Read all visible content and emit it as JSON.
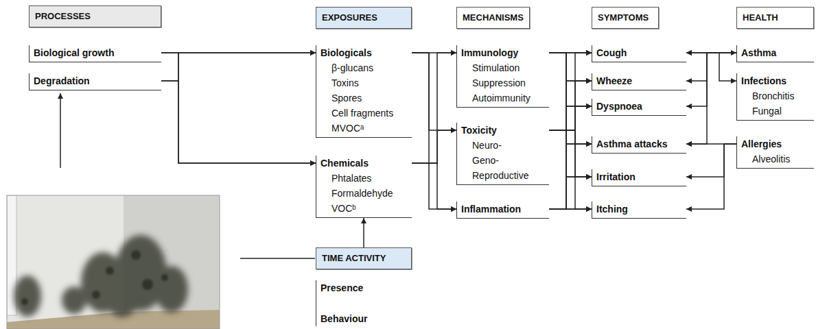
{
  "diagram": {
    "nodes": [
      {
        "text": [
          "PROCESSES"
        ]
      },
      {
        "text": [
          "EXPOSURES"
        ]
      },
      {
        "text": [
          "MECHANISMS"
        ]
      },
      {
        "text": [
          "SYMPTOMS"
        ]
      },
      {
        "text": [
          "HEALTH"
        ]
      },
      {
        "text": [
          "Biological growth"
        ]
      },
      {
        "text": [
          "Degradation"
        ]
      },
      {
        "text": [
          "Biologicals",
          "β-glucans",
          "Toxins",
          "Spores",
          "Cell fragments",
          "MVOCᵃ"
        ]
      },
      {
        "text": [
          "Chemicals",
          "Phtalates",
          "Formaldehyde",
          "VOCᵇ"
        ]
      },
      {
        "text": [
          "TIME ACTIVITY"
        ]
      },
      {
        "text": [
          "Presence",
          "Behaviour"
        ]
      },
      {
        "text": [
          "Immunology",
          "Stimulation",
          "Suppression",
          "Autoimmunity"
        ]
      },
      {
        "text": [
          "Toxicity",
          "Neuro-",
          "Geno-",
          "Reproductive"
        ]
      },
      {
        "text": [
          "Inflammation"
        ]
      },
      {
        "text": [
          "Cough"
        ]
      },
      {
        "text": [
          "Wheeze"
        ]
      },
      {
        "text": [
          "Dyspnoea"
        ]
      },
      {
        "text": [
          "Asthma attacks"
        ]
      },
      {
        "text": [
          "Irritation"
        ]
      },
      {
        "text": [
          "Itching"
        ]
      },
      {
        "text": [
          "Asthma"
        ]
      },
      {
        "text": [
          "Infections",
          "Bronchitis",
          "Fungal"
        ]
      },
      {
        "text": [
          "Allergies",
          "Alveolitis"
        ]
      }
    ],
    "edges": [
      {
        "from": 5,
        "to": 7,
        "arrow": "to"
      },
      {
        "from": 5,
        "to": 8,
        "arrow": "to"
      },
      {
        "from": 6,
        "to": 7,
        "arrow": "to"
      },
      {
        "from": 6,
        "to": 8,
        "arrow": "to"
      },
      {
        "from": 9,
        "to": 8,
        "arrow": "to"
      },
      {
        "from": 7,
        "to": 11,
        "arrow": "to"
      },
      {
        "from": 7,
        "to": 12,
        "arrow": "to"
      },
      {
        "from": 7,
        "to": 13,
        "arrow": "to"
      },
      {
        "from": 8,
        "to": 11,
        "arrow": "to"
      },
      {
        "from": 8,
        "to": 12,
        "arrow": "to"
      },
      {
        "from": 8,
        "to": 13,
        "arrow": "to"
      },
      {
        "from": 11,
        "to": 14,
        "arrow": "to"
      },
      {
        "from": 11,
        "to": 15,
        "arrow": "to"
      },
      {
        "from": 11,
        "to": 16,
        "arrow": "to"
      },
      {
        "from": 11,
        "to": 17,
        "arrow": "to"
      },
      {
        "from": 11,
        "to": 18,
        "arrow": "to"
      },
      {
        "from": 11,
        "to": 19,
        "arrow": "to"
      },
      {
        "from": 12,
        "to": 14,
        "arrow": "to"
      },
      {
        "from": 12,
        "to": 15,
        "arrow": "to"
      },
      {
        "from": 12,
        "to": 16,
        "arrow": "to"
      },
      {
        "from": 12,
        "to": 17,
        "arrow": "to"
      },
      {
        "from": 12,
        "to": 18,
        "arrow": "to"
      },
      {
        "from": 12,
        "to": 19,
        "arrow": "to"
      },
      {
        "from": 13,
        "to": 14,
        "arrow": "to"
      },
      {
        "from": 13,
        "to": 15,
        "arrow": "to"
      },
      {
        "from": 13,
        "to": 16,
        "arrow": "to"
      },
      {
        "from": 13,
        "to": 17,
        "arrow": "to"
      },
      {
        "from": 13,
        "to": 18,
        "arrow": "to"
      },
      {
        "from": 13,
        "to": 19,
        "arrow": "to"
      },
      {
        "from": 20,
        "to": 14,
        "arrow": "both"
      },
      {
        "from": 20,
        "to": 15,
        "arrow": "to"
      },
      {
        "from": 20,
        "to": 16,
        "arrow": "to"
      },
      {
        "from": 20,
        "to": 17,
        "arrow": "to"
      },
      {
        "from": 21,
        "to": 14,
        "arrow": "both"
      },
      {
        "from": 22,
        "to": 17,
        "arrow": "to"
      },
      {
        "from": 22,
        "to": 18,
        "arrow": "to"
      },
      {
        "from": 22,
        "to": 19,
        "arrow": "to"
      }
    ]
  }
}
